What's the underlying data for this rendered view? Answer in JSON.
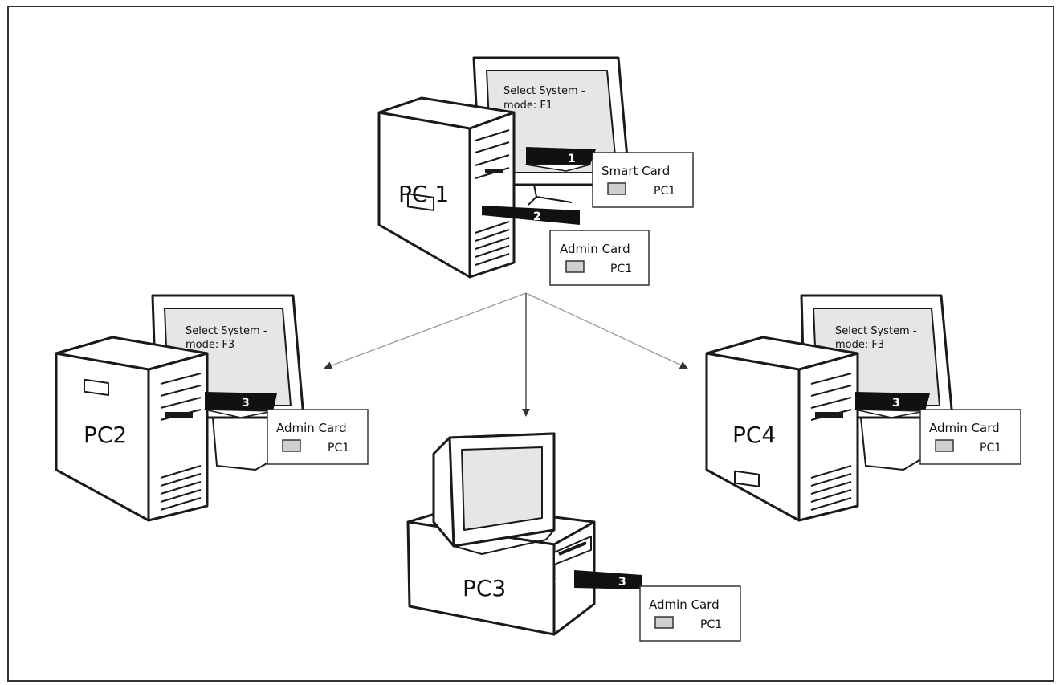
{
  "pc1": {
    "label": "PC 1",
    "screen_line1": "Select System -",
    "screen_line2": "mode: F1",
    "arrow1": "1",
    "arrow2": "2",
    "smart_card_title": "Smart Card",
    "smart_card_owner": "PC1",
    "admin_card_title": "Admin Card",
    "admin_card_owner": "PC1"
  },
  "pc2": {
    "label": "PC2",
    "screen_line1": "Select System -",
    "screen_line2": "mode: F3",
    "arrow": "3",
    "admin_card_title": "Admin Card",
    "admin_card_owner": "PC1"
  },
  "pc3": {
    "label": "PC3",
    "arrow": "3",
    "admin_card_title": "Admin Card",
    "admin_card_owner": "PC1"
  },
  "pc4": {
    "label": "PC4",
    "screen_line1": "Select System -",
    "screen_line2": "mode: F3",
    "arrow": "3",
    "admin_card_title": "Admin Card",
    "admin_card_owner": "PC1"
  },
  "colors": {
    "screen_fill": "#e6e6e6",
    "chip_fill": "#cfcfcf",
    "line": "#1a1a1a",
    "connector": "#9a9a9a"
  }
}
